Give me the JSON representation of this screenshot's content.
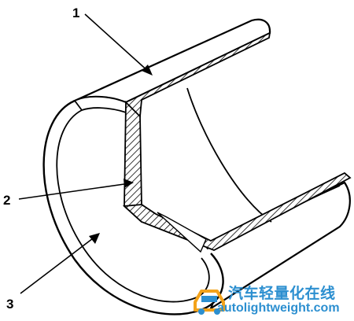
{
  "labels": {
    "part1": "1",
    "part2": "2",
    "part3": "3"
  },
  "watermark": {
    "name_cn": "汽车轻量化在线",
    "url": "autolightweight.com"
  },
  "colors": {
    "line": "#000000",
    "watermark_blue": "#2c8fd0",
    "watermark_orange": "#f3a21a"
  },
  "icons": [
    "car-logo-icon"
  ]
}
